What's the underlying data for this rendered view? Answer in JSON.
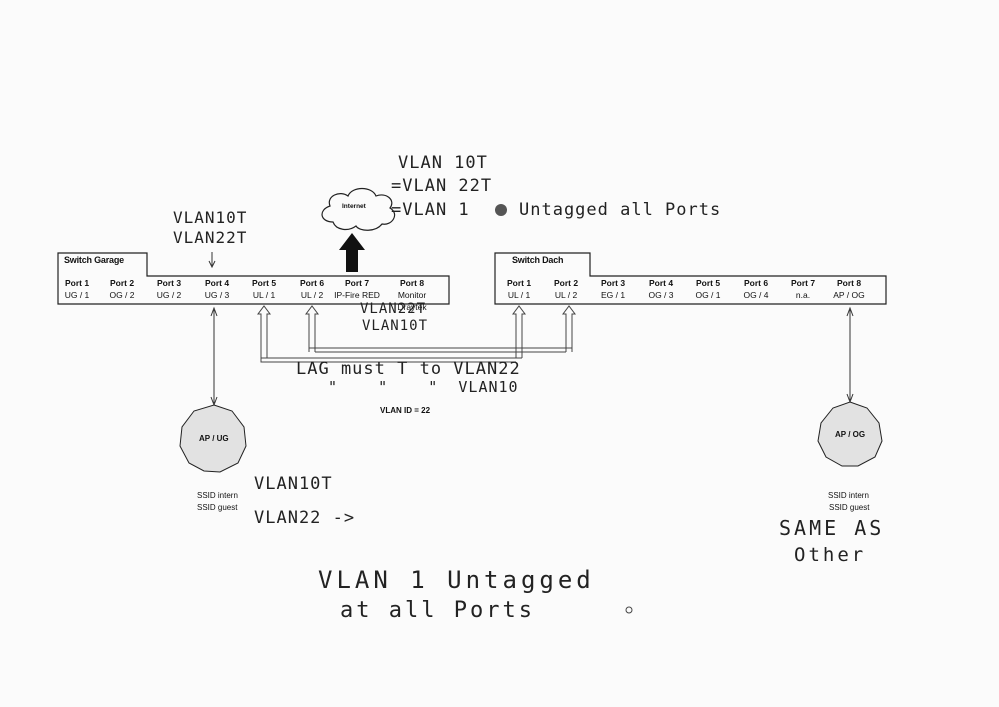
{
  "switch_garage": {
    "title": "Switch Garage",
    "ports": [
      {
        "name": "Port 1",
        "value": "UG / 1"
      },
      {
        "name": "Port 2",
        "value": "OG / 2"
      },
      {
        "name": "Port 3",
        "value": "UG / 2"
      },
      {
        "name": "Port 4",
        "value": "UG / 3"
      },
      {
        "name": "Port 5",
        "value": "UL / 1"
      },
      {
        "name": "Port 6",
        "value": "UL / 2"
      },
      {
        "name": "Port 7",
        "value": "IP-Fire RED"
      },
      {
        "name": "Port 8",
        "value": "Monitor Draytek"
      }
    ]
  },
  "switch_dach": {
    "title": "Switch Dach",
    "ports": [
      {
        "name": "Port 1",
        "value": "UL / 1"
      },
      {
        "name": "Port 2",
        "value": "UL / 2"
      },
      {
        "name": "Port 3",
        "value": "EG / 1"
      },
      {
        "name": "Port 4",
        "value": "OG / 3"
      },
      {
        "name": "Port 5",
        "value": "OG / 1"
      },
      {
        "name": "Port 6",
        "value": "OG / 4"
      },
      {
        "name": "Port 7",
        "value": "n.a."
      },
      {
        "name": "Port 8",
        "value": "AP / OG"
      }
    ]
  },
  "internet_label": "Internet",
  "vlan_id_label": "VLAN ID = 22",
  "ap_ug": {
    "label": "AP / UG",
    "ssid_intern": "SSID intern",
    "ssid_guest": "SSID guest"
  },
  "ap_og": {
    "label": "AP / OG",
    "ssid_intern": "SSID intern",
    "ssid_guest": "SSID guest"
  },
  "handwriting": {
    "internet_vlan1": "VLAN 10T",
    "internet_vlan2": "=VLAN 22T",
    "internet_vlan3": "=VLAN 1",
    "internet_vlan3_rest": "Untagged all Ports",
    "port4_vlan1": "VLAN10T",
    "port4_vlan2": "VLAN22T",
    "port7_vlan1": "VLAN22T",
    "port7_vlan2": "VLAN10T",
    "lag1": "LAG must T to VLAN22",
    "lag2": "\"    \"    \"  VLAN10",
    "ap_ug_intern": "VLAN10T",
    "ap_ug_guest": "VLAN22 ->",
    "ap_og_note1": "SAME AS",
    "ap_og_note2": "Other",
    "bottom1": "VLAN 1 Untagged",
    "bottom2": "at all Ports"
  }
}
